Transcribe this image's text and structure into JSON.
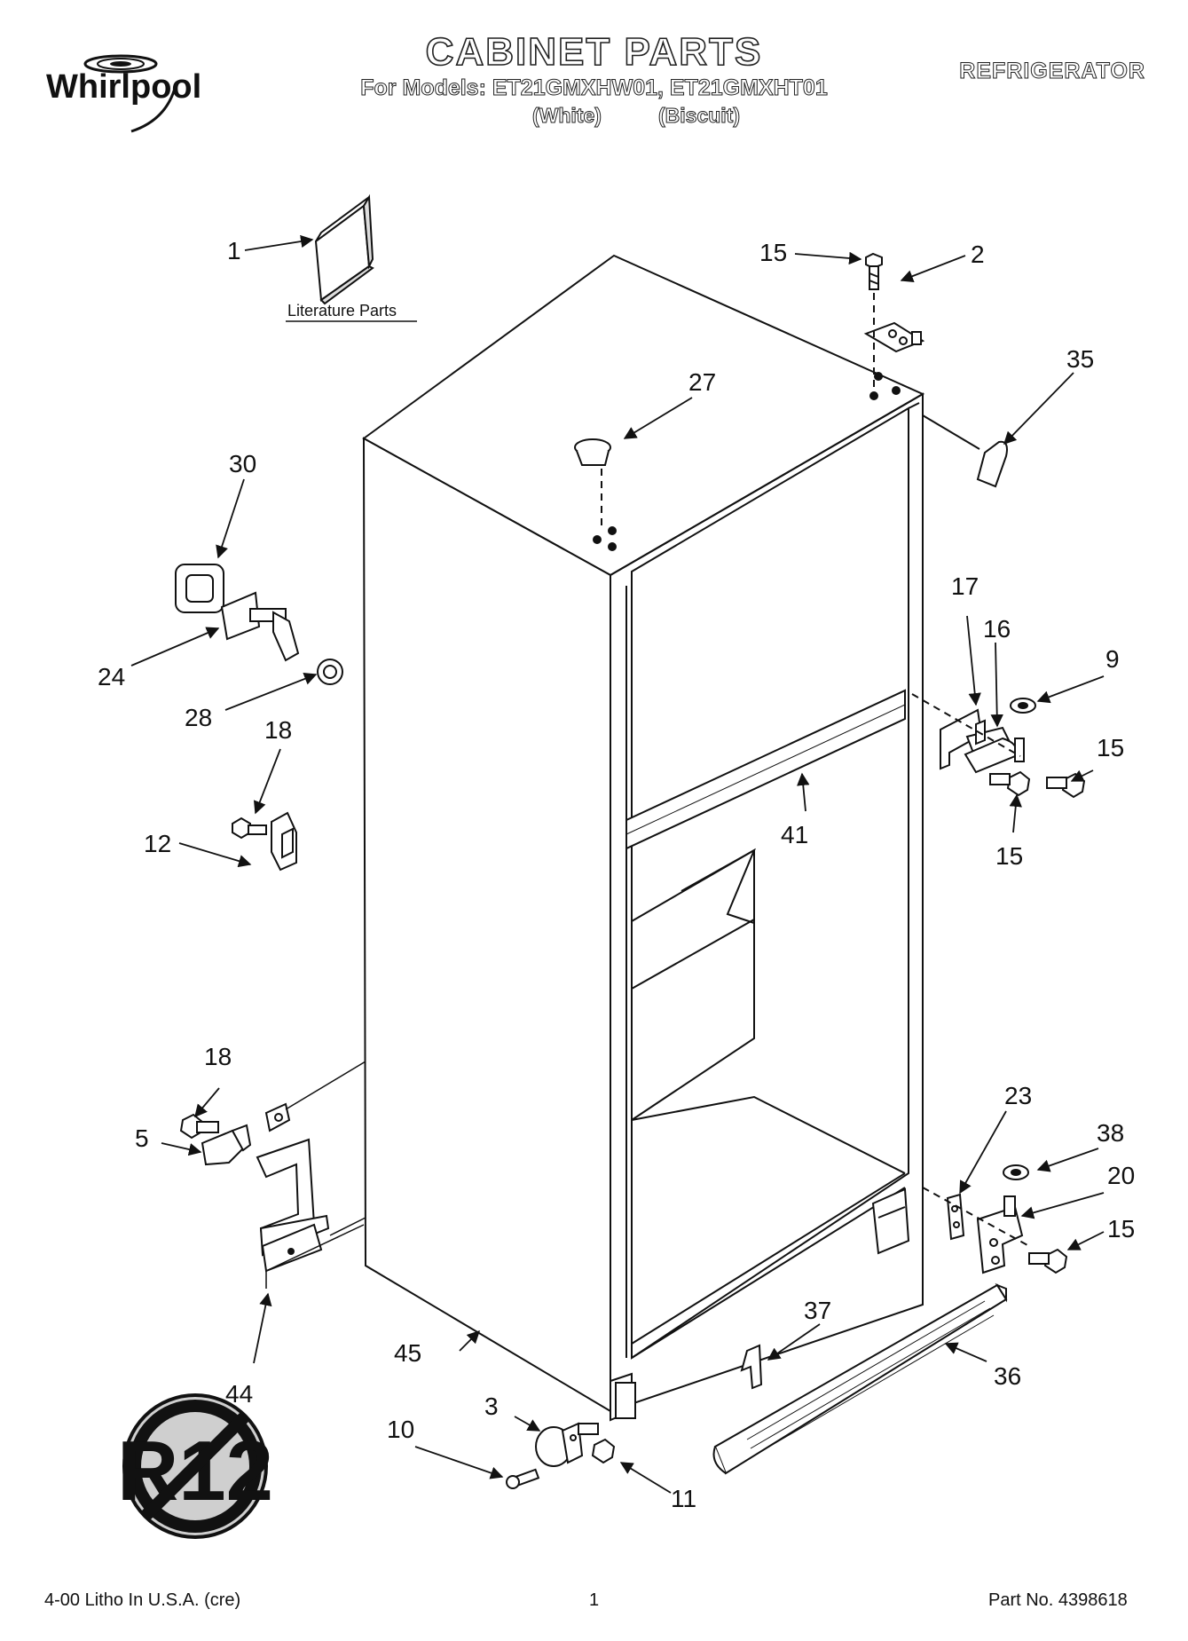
{
  "header": {
    "brand": "Whirlpool",
    "title": "CABINET PARTS",
    "models_line": "For Models: ET21GMXHW01, ET21GMXHT01",
    "color_white": "(White)",
    "color_biscuit": "(Biscuit)",
    "category": "REFRIGERATOR"
  },
  "literature_label": "Literature Parts",
  "callouts": {
    "c1": "1",
    "c2": "2",
    "c3": "3",
    "c5": "5",
    "c9": "9",
    "c10": "10",
    "c11": "11",
    "c12": "12",
    "c15a": "15",
    "c15b": "15",
    "c15c": "15",
    "c15d": "15",
    "c16": "16",
    "c17": "17",
    "c18a": "18",
    "c18b": "18",
    "c20": "20",
    "c23": "23",
    "c24": "24",
    "c27": "27",
    "c28": "28",
    "c30": "30",
    "c35": "35",
    "c36": "36",
    "c37": "37",
    "c38": "38",
    "c41": "41",
    "c44": "44",
    "c45": "45"
  },
  "badge": {
    "text": "R12"
  },
  "footer": {
    "left": "4-00 Litho In U.S.A. (cre)",
    "center": "1",
    "right": "Part No. 4398618"
  },
  "colors": {
    "ink": "#111111",
    "badge_fill": "#cfcfcf"
  }
}
